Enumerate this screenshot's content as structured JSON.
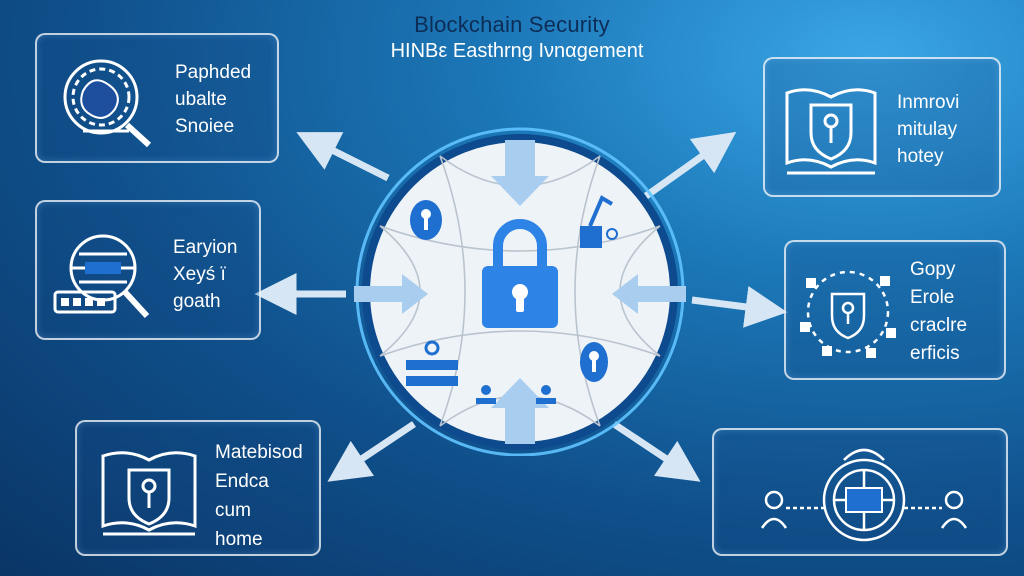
{
  "header": {
    "title": "Blockchain Security",
    "subtitle": "ΗΙΝΒε Easthrng Ινnαgement"
  },
  "cards": {
    "top_left": [
      "Paphded",
      "ubalte",
      "Snoiee"
    ],
    "middle_left": [
      "Earyion",
      "Xeyś ï",
      "goath"
    ],
    "bottom_left": [
      "Matebisod",
      "Endca",
      "cum",
      "home"
    ],
    "top_right": [
      "Ιnmrovi",
      "mitulay",
      "hotey"
    ],
    "middle_right": [
      "Gopy",
      "Erole",
      "craclre",
      "erficis"
    ]
  },
  "colors": {
    "background": "#0f4f8a",
    "accent": "#2f86e0",
    "lock": "#2d83e6",
    "title": "#0d2d57",
    "card_border": "#ffffff"
  },
  "icons": {
    "top_left": "gear-magnifier-icon",
    "middle_left": "grid-magnifier-icon",
    "bottom_left": "book-shield-icon",
    "top_right": "book-shield-icon",
    "middle_right": "network-shield-icon",
    "bottom_right": "global-network-icon",
    "center": "padlock-icon"
  }
}
